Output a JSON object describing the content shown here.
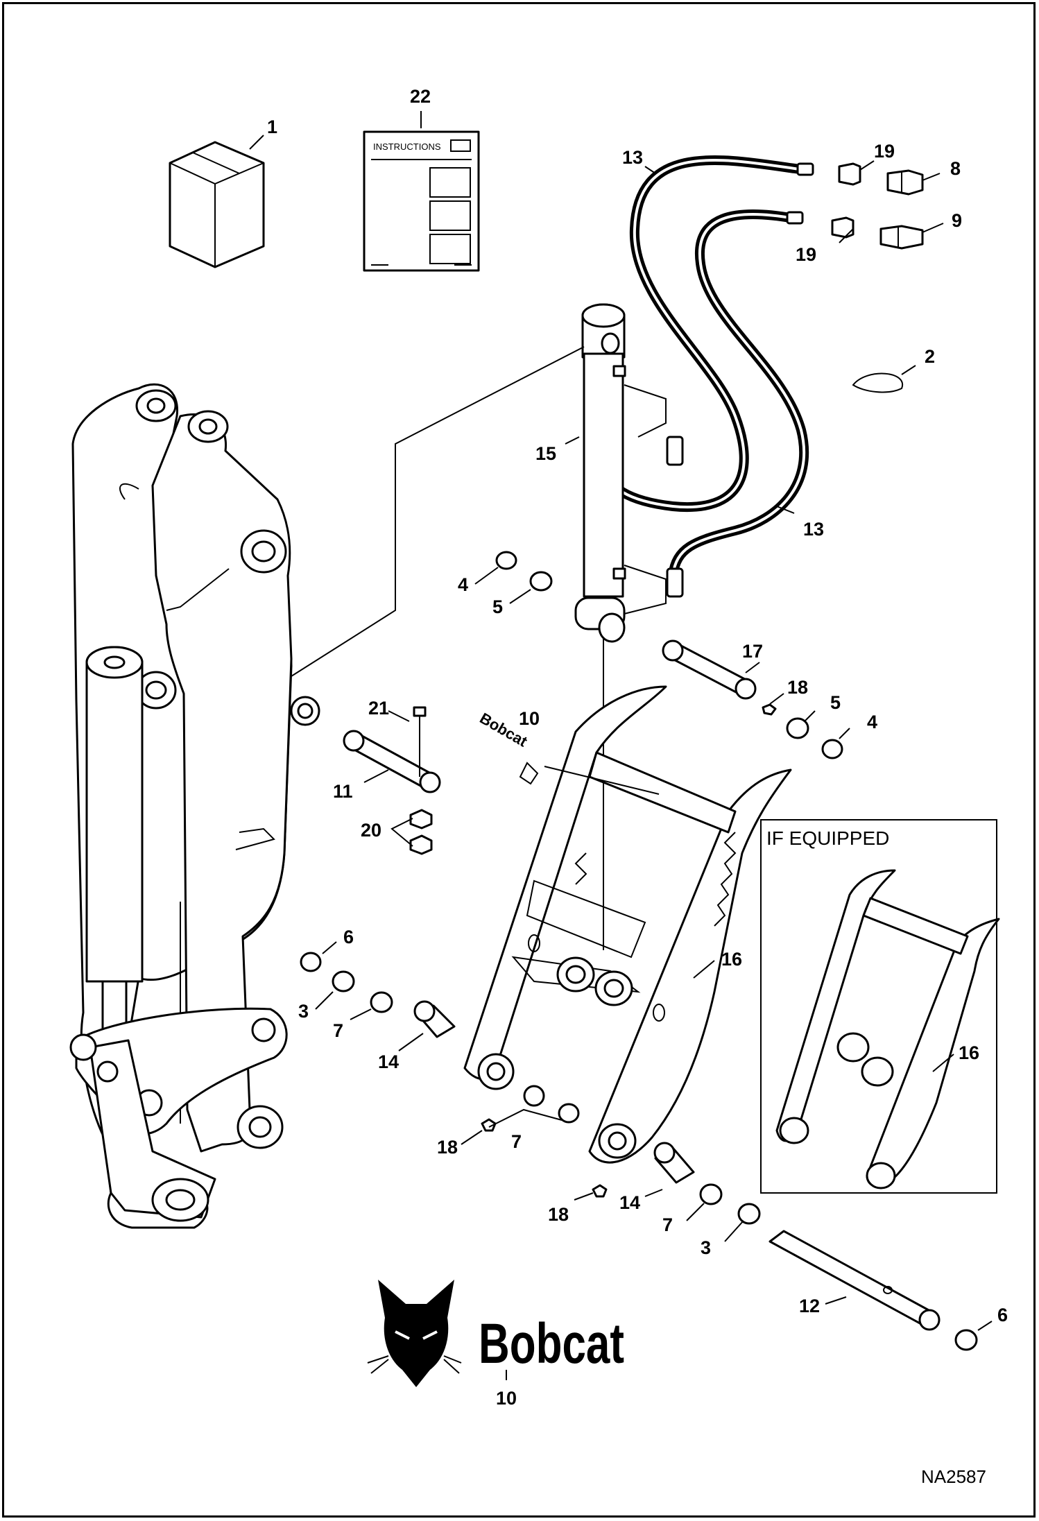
{
  "diagram": {
    "code": "NA2587",
    "if_equipped_title": "IF EQUIPPED",
    "instructions_text": "INSTRUCTIONS",
    "brand_text": "Bobcat",
    "callouts": {
      "c1": "1",
      "c2": "2",
      "c3a": "3",
      "c3b": "3",
      "c4a": "4",
      "c4b": "4",
      "c5a": "5",
      "c5b": "5",
      "c6a": "6",
      "c6b": "6",
      "c7a": "7",
      "c7b": "7",
      "c7c": "7",
      "c8": "8",
      "c9": "9",
      "c10a": "10",
      "c10b": "10",
      "c11": "11",
      "c12": "12",
      "c13a": "13",
      "c13b": "13",
      "c14a": "14",
      "c14b": "14",
      "c15": "15",
      "c16a": "16",
      "c16b": "16",
      "c17": "17",
      "c18a": "18",
      "c18b": "18",
      "c18c": "18",
      "c19a": "19",
      "c19b": "19",
      "c20": "20",
      "c21": "21",
      "c22": "22"
    }
  }
}
